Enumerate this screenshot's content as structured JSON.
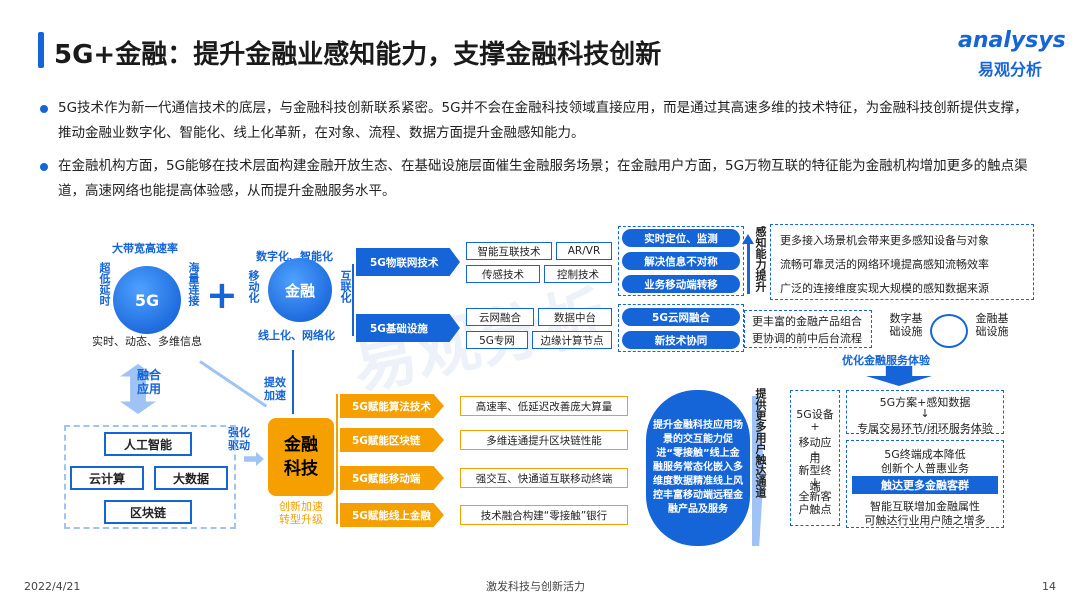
{
  "header": {
    "title": "5G+金融：提升金融业感知能力，支撑金融科技创新",
    "logo_en": "analysys",
    "logo_cn": "易观分析"
  },
  "bullets": [
    "5G技术作为新一代通信技术的底层，与金融科技创新联系紧密。5G并不会在金融科技领域直接应用，而是通过其高速多维的技术特征，为金融科技创新提供支撑，推动金融业数字化、智能化、线上化革新，在对象、流程、数据方面提升金融感知能力。",
    "在金融机构方面，5G能够在技术层面构建金融开放生态、在基础设施层面催生金融服务场景；在金融用户方面，5G万物互联的特征能为金融机构增加更多的触点渠道，高速网络也能提高体验感，从而提升金融服务水平。"
  ],
  "watermark": "易观分析",
  "diagram": {
    "fiveg": {
      "center": "5G",
      "top": "大带宽高速率",
      "left": "超低延时",
      "right": "海量连接",
      "bottom": "实时、动态、多维信息"
    },
    "finance": {
      "center": "金融",
      "top": "数字化、智能化",
      "left": "移动化",
      "right": "互联化",
      "bottom": "线上化、网络化"
    },
    "iot": {
      "label": "5G物联网技术",
      "items": [
        "智能互联技术",
        "AR/VR",
        "传感技术",
        "控制技术"
      ]
    },
    "infra": {
      "label": "5G基础设施",
      "items": [
        "云网融合",
        "数据中台",
        "5G专网",
        "边缘计算节点"
      ]
    },
    "perception_pills": [
      "实时定位、监测",
      "解决信息不对称",
      "业务移动端转移"
    ],
    "perception_label": "感知能力提升",
    "perception_notes": [
      "更多接入场景机会带来更多感知设备与对象",
      "流畅可靠灵活的网络环境提高感知流畅效率",
      "广泛的连接维度实现大规模的感知数据来源"
    ],
    "cloud_pills": [
      "5G云网融合",
      "新技术协同"
    ],
    "cloud_notes": [
      "更丰富的金融产品组合",
      "更协调的前中后台流程"
    ],
    "cycle": {
      "left": "数字基础设施",
      "right": "金融基础设施",
      "bottom": "优化金融服务体验"
    },
    "fusion": "融合应用",
    "efficiency": "提效加速",
    "strengthen": "强化驱动",
    "tech_boxes": [
      "人工智能",
      "云计算",
      "大数据",
      "区块链"
    ],
    "fintech": "金融科技",
    "fintech_sub": "创新加速转型升级",
    "empower": [
      {
        "label": "5G赋能算法技术",
        "desc": "高速率、低延迟改善庞大算量"
      },
      {
        "label": "5G赋能区块链",
        "desc": "多维连通提升区块链性能"
      },
      {
        "label": "5G赋能移动端",
        "desc": "强交互、快通道互联移动终端"
      },
      {
        "label": "5G赋能线上金融",
        "desc": "技术融合构建“零接触”银行"
      }
    ],
    "big_pill": "提升金融科技应用场景的交互能力促进“零接触”线上金融服务常态化嵌入多维度数据精准线上风控丰富移动端远程金融产品及服务",
    "channel_label": "提供更多用户触达通道",
    "flow": [
      "5G设备",
      "+",
      "移动应用",
      "+",
      "新型终端",
      "↓",
      "全新客户触点"
    ],
    "right_notes": {
      "n1": "5G方案+感知数据",
      "n1b": "↓",
      "n2": "专属交易环节/闭环服务体验",
      "n3": "5G终端成本降低",
      "n4": "创新个人普惠业务",
      "highlight": "触达更多金融客群",
      "n5": "智能互联增加金融属性",
      "n6": "可触达行业用户随之增多"
    }
  },
  "footer": {
    "date": "2022/4/21",
    "center": "激发科技与创新活力",
    "page": "14"
  }
}
